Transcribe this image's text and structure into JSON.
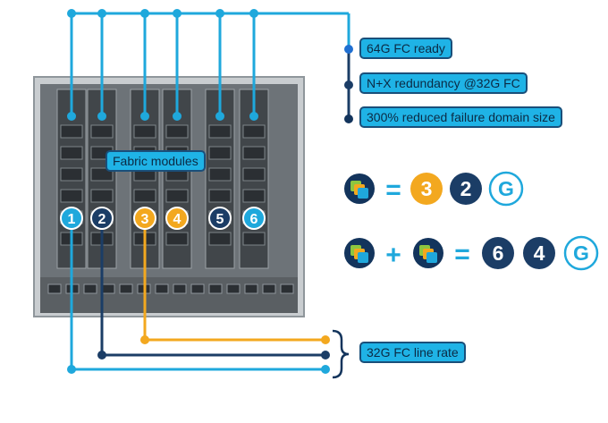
{
  "callouts": {
    "fabric_modules": "Fabric modules",
    "fc_64g": "64G FC ready",
    "nx_redundancy": "N+X redundancy @32G FC",
    "failure_domain": "300% reduced failure domain size",
    "line_rate": "32G FC line rate"
  },
  "slot_numbers": [
    "1",
    "2",
    "3",
    "4",
    "5",
    "6"
  ],
  "equation_one": {
    "equals": "=",
    "digits": [
      "3",
      "2"
    ],
    "unit": "G"
  },
  "equation_two": {
    "plus": "+",
    "equals": "=",
    "digits": [
      "6",
      "4"
    ],
    "unit": "G"
  },
  "colors": {
    "cyan": "#1fa8dc",
    "navy": "#1b3d66",
    "orange": "#f3a81f",
    "dark_blue": "#13345c",
    "chassis_gray": "#6d7378"
  }
}
